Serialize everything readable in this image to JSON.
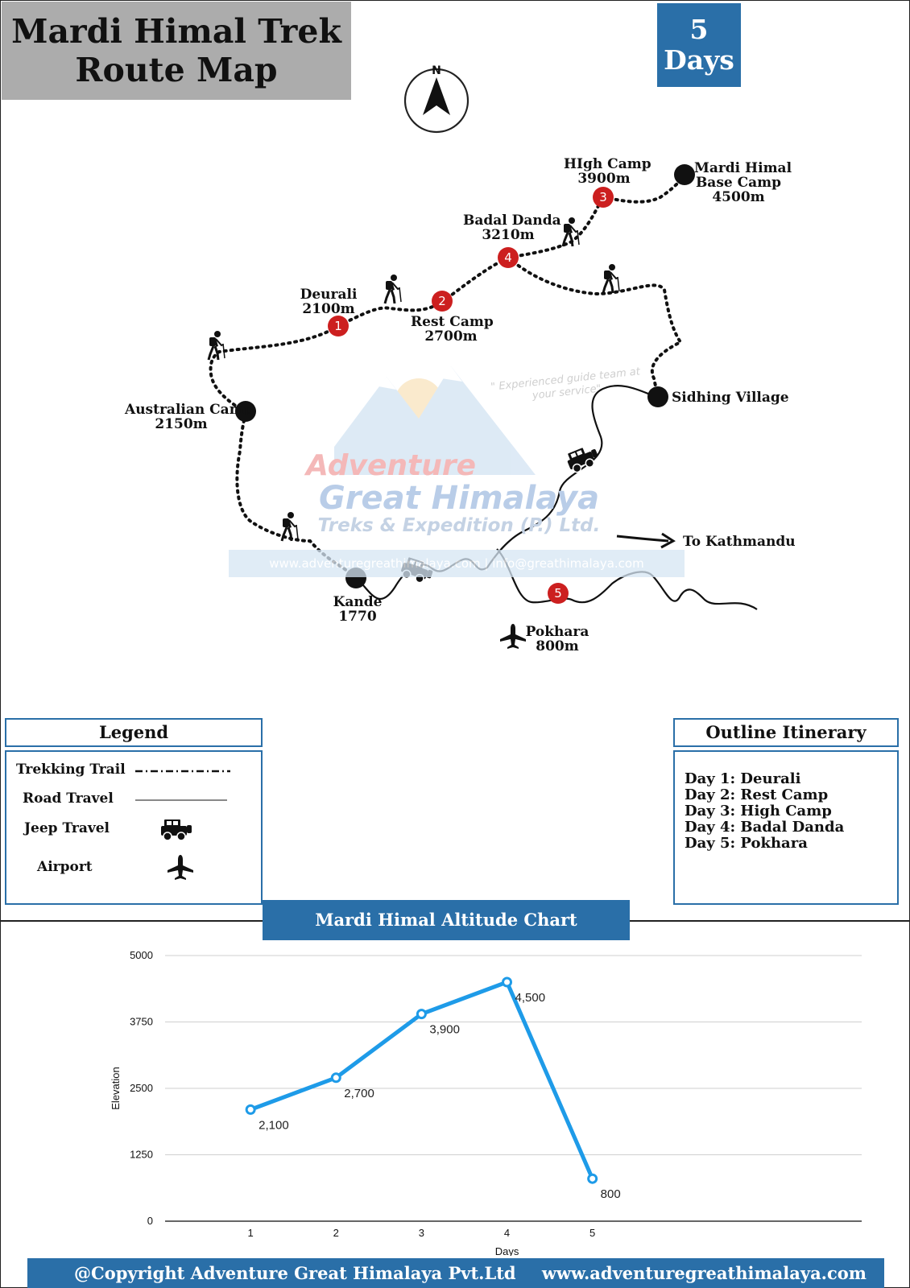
{
  "header": {
    "title_line1": "Mardi Himal Trek",
    "title_line2": "Route Map",
    "days_number": "5",
    "days_label": "Days"
  },
  "compass": {
    "label": "N"
  },
  "map": {
    "places": {
      "high_camp": [
        "HIgh Camp",
        "3900m"
      ],
      "base_camp": [
        "Mardi Himal",
        "Base Camp",
        "4500m"
      ],
      "badal_danda": [
        "Badal Danda",
        "3210m"
      ],
      "deurali": [
        "Deurali",
        "2100m"
      ],
      "rest_camp": [
        "Rest Camp",
        "2700m"
      ],
      "australian_camp": [
        "Australian Camp",
        "2150m"
      ],
      "sidhing": "Sidhing Village",
      "kande": [
        "Kande",
        "1770"
      ],
      "pokhara": [
        "Pokhara",
        "800m"
      ],
      "to_kathmandu": "To Kathmandu"
    },
    "day_markers": [
      "1",
      "2",
      "3",
      "4",
      "5"
    ],
    "watermark": {
      "line1": "Adventure",
      "line2": "Great Himalaya",
      "line3": "Treks & Expedition (P.) Ltd.",
      "tagline": "\" Experienced guide team at your service\"",
      "contact": "www.adventuregreathimalaya.com  |  info@greathimalaya.com"
    },
    "colors": {
      "day_marker": "#cc1f1f",
      "trail": "#111111",
      "accent": "#2a6fa8"
    }
  },
  "legend": {
    "title": "Legend",
    "items": [
      {
        "label": "Trekking Trail",
        "symbol": "dash-dot-line"
      },
      {
        "label": "Road Travel",
        "symbol": "solid-line"
      },
      {
        "label": "Jeep Travel",
        "symbol": "jeep-icon"
      },
      {
        "label": "Airport",
        "symbol": "airplane-icon"
      }
    ]
  },
  "itinerary": {
    "title": "Outline Itinerary",
    "days": [
      "Day 1: Deurali",
      "Day 2: Rest Camp",
      "Day 3: High Camp",
      "Day 4: Badal Danda",
      "Day 5: Pokhara"
    ]
  },
  "chart_title": "Mardi Himal Altitude Chart",
  "chart_data": {
    "type": "line",
    "x": [
      1,
      2,
      3,
      4,
      5
    ],
    "values": [
      2100,
      2700,
      3900,
      4500,
      800
    ],
    "data_labels": [
      "2,100",
      "2,700",
      "3,900",
      "4,500",
      "800"
    ],
    "xlabel": "Days",
    "ylabel": "Elevation",
    "ylim": [
      0,
      5000
    ],
    "yticks": [
      0,
      1250,
      2500,
      3750,
      5000
    ],
    "xticks": [
      "1",
      "2",
      "3",
      "4",
      "5"
    ],
    "grid": true,
    "color": "#1e9be8"
  },
  "footer": {
    "copyright": "@Copyright Adventure Great Himalaya Pvt.Ltd",
    "website": "www.adventuregreathimalaya.com"
  }
}
